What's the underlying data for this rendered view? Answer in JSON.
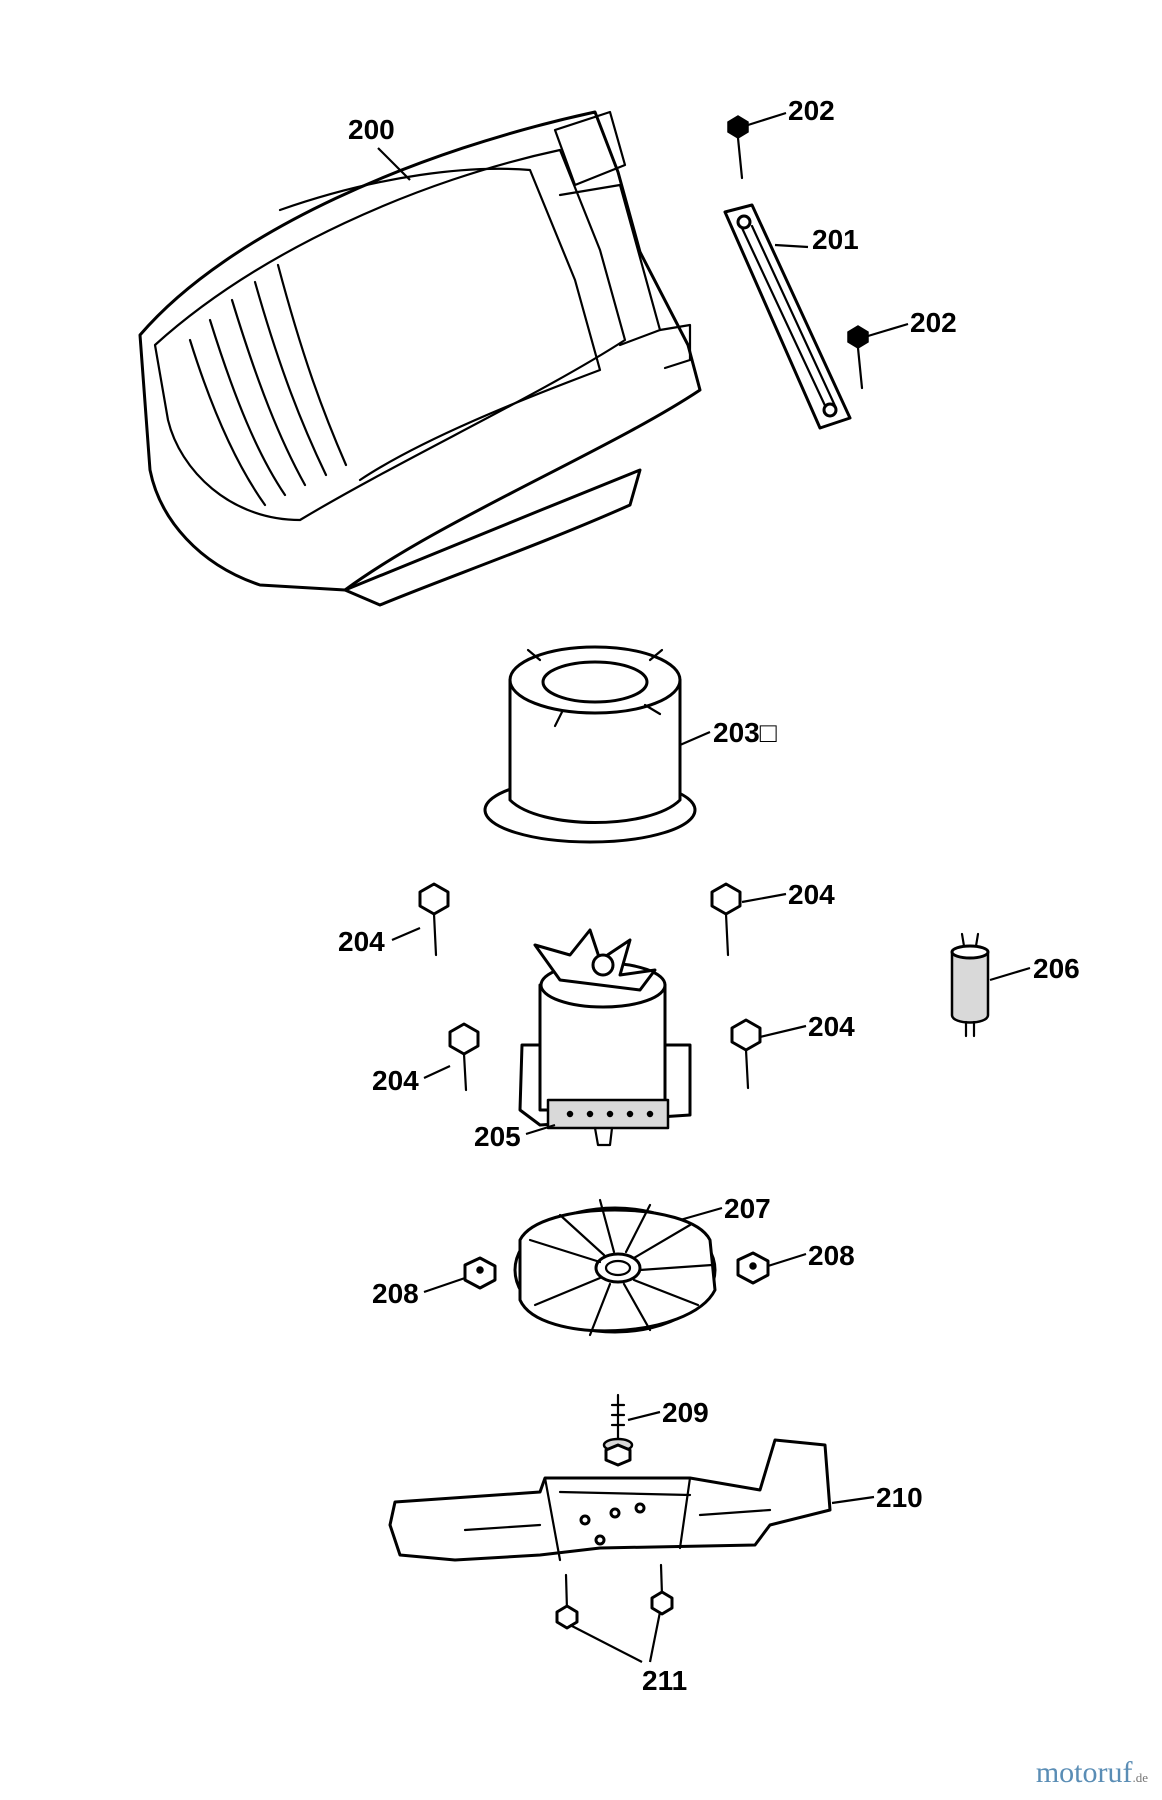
{
  "labels": {
    "p200": "200",
    "p201": "201",
    "p202a": "202",
    "p202b": "202",
    "p203": "203□",
    "p204a": "204",
    "p204b": "204",
    "p204c": "204",
    "p204d": "204",
    "p205": "205",
    "p206": "206",
    "p207": "207",
    "p208a": "208",
    "p208b": "208",
    "p209": "209",
    "p210": "210",
    "p211": "211"
  },
  "watermark": {
    "name": "motoruf",
    "tld": ".de"
  },
  "colors": {
    "ink": "#000000",
    "paper": "#ffffff",
    "watermark": "#5a8db5"
  }
}
